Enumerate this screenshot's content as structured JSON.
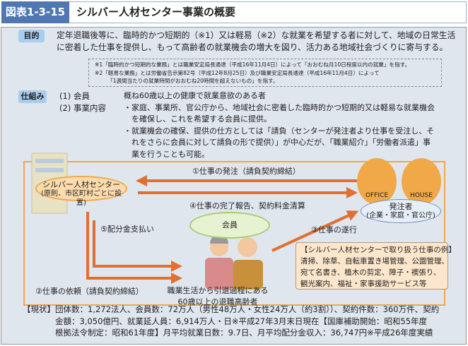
{
  "header": {
    "figure_number": "図表1-3-15",
    "title": "シルバー人材センター事業の概要"
  },
  "purpose": {
    "label": "目的",
    "lines": [
      "定年退職後等に、臨時的かつ短期的（※1）又は軽易（※2）な就業を希望する者に対して、地域の日常生活",
      "に密着した仕事を提供し、もって高齢者の就業機会の増大を図り、活力ある地域社会づくりに寄与する。"
    ]
  },
  "notes": [
    "※1「臨時的かつ短期的な業務」とは職業安定局長通達（平成16年11月4日）によって「おおむね月10日程度以内の就業」を指す。",
    "※2「軽易な業務」とは労働省告示第82号（平成12年8月25日）及び職業安定局長通達（平成16年11月4日）によって",
    "「1週間当たりの就業時間がおおむね20時間を超えないもの」を指す。"
  ],
  "mechanism": {
    "label": "仕組み",
    "item1": "(1) 会員",
    "item2": "(2) 事業内容",
    "desc1": "概ね60歳以上の健康で就業意欲のある者",
    "bullet1": [
      "・家庭、事業所、官公庁から、地域社会に密着した臨時的かつ短期的又は軽易な就業機会",
      "を確保し、これを希望する会員に提供。"
    ],
    "bullet2": [
      "・就業機会の確保、提供の仕方としては「請負（センターが発注者より仕事を受注し、そ",
      "れをさらに会員に対して請負の形で提供）」が中心だが、「職業紹介」「労働者派遣」事",
      "業を行うことも可能。"
    ]
  },
  "diagram": {
    "center_name": "シルバー人材センター",
    "center_note": "(原則、市区町村ごとに設置)",
    "step1": "①仕事の発注（請負契約締結）",
    "step4": "④仕事の完了報告、契約料金清算",
    "step5": "⑤配分金支払い",
    "step2": "②仕事の依頼（請負契約締結）",
    "step3": "③仕事の遂行",
    "member": "会員",
    "member_desc": [
      "職業生活から引退過程にある",
      "60歳以上の退職高齢者"
    ],
    "office": "OFFICE",
    "house": "HOUSE",
    "client": "発注者",
    "client_note": "(企業・家庭・官公庁)",
    "examples_title": "【シルバー人材センターで取り扱う仕事の例】",
    "examples": [
      "清掃、除草、自転車置き場管理、公園管理、",
      "宛て名書き、植木の剪定、障子・襖張り、",
      "観光案内、福祉・家事援助サービス等"
    ]
  },
  "status": {
    "label": "【現状】",
    "lines": [
      "団体数：1,272法人、会員数：72万人（男性48万人・女性24万人（約3割））、契約件数：360万件、契約",
      "金額：3,050億円、就業延人員：6,914万人・日※平成27年3月末日現在【国庫補助開始：昭和55年度",
      "根拠法令制定：昭和61年度】月平均就業日数：9.7日、月平均配分金収入：36,747円※平成26年度実績"
    ]
  }
}
